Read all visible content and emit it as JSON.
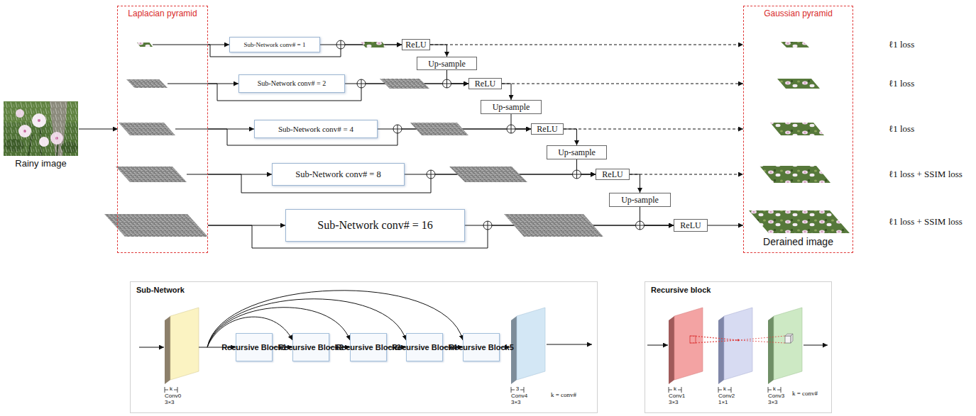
{
  "diagram": {
    "nodes": [
      {
        "text": [
          "Laplacian pyramid"
        ]
      },
      {
        "text": [
          "Sub-Network conv# = 1"
        ]
      },
      {
        "text": [
          "ReLU"
        ]
      },
      {
        "text": [
          "Up-sample"
        ]
      },
      {
        "text": [
          "Sub-Network conv# = 2"
        ]
      },
      {
        "text": [
          "ReLU"
        ]
      },
      {
        "text": [
          "Up-sample"
        ]
      },
      {
        "text": [
          "Sub-Network conv# = 4"
        ]
      },
      {
        "text": [
          "ReLU"
        ]
      },
      {
        "text": [
          "Up-sample"
        ]
      },
      {
        "text": [
          "Sub-Network conv# = 8"
        ]
      },
      {
        "text": [
          "ReLU"
        ]
      },
      {
        "text": [
          "Up-sample"
        ]
      },
      {
        "text": [
          "Sub-Network conv# = 16"
        ]
      },
      {
        "text": [
          "ReLU"
        ]
      },
      {
        "text": [
          "Gaussian pyramid",
          "Derained image"
        ]
      },
      {
        "text": [
          "Sub-Network"
        ]
      },
      {
        "text": [
          "k",
          "Conv0 3×3"
        ],
        "in": 16
      },
      {
        "text": [
          "Recursive Block1"
        ],
        "in": 16
      },
      {
        "text": [
          "Recursive Block2"
        ],
        "in": 16
      },
      {
        "text": [
          "Recursive Block3"
        ],
        "in": 16
      },
      {
        "text": [
          "Recursive Block4"
        ],
        "in": 16
      },
      {
        "text": [
          "Recursive Block5"
        ],
        "in": 16
      },
      {
        "text": [
          "3",
          "Conv4 3×3"
        ],
        "in": 16
      },
      {
        "text": [
          "Recursive block"
        ]
      },
      {
        "text": [
          "k",
          "Conv1 3×3"
        ],
        "in": 24
      },
      {
        "text": [
          "k",
          "Conv2 1×1"
        ],
        "in": 24
      },
      {
        "text": [
          "k",
          "Conv3 3×3"
        ],
        "in": 24
      }
    ],
    "edges": [
      {
        "from": 0,
        "to": 1,
        "arrow": "to"
      },
      {
        "from": 0,
        "to": 4,
        "arrow": "to"
      },
      {
        "from": 0,
        "to": 7,
        "arrow": "to"
      },
      {
        "from": 0,
        "to": 10,
        "arrow": "to"
      },
      {
        "from": 0,
        "to": 13,
        "arrow": "to"
      },
      {
        "from": 1,
        "to": 2,
        "arrow": "to"
      },
      {
        "from": 4,
        "to": 5,
        "arrow": "to"
      },
      {
        "from": 7,
        "to": 8,
        "arrow": "to"
      },
      {
        "from": 10,
        "to": 11,
        "arrow": "to"
      },
      {
        "from": 13,
        "to": 14,
        "arrow": "to"
      },
      {
        "from": 0,
        "to": 2,
        "arrow": "to"
      },
      {
        "from": 0,
        "to": 5,
        "arrow": "to"
      },
      {
        "from": 0,
        "to": 8,
        "arrow": "to"
      },
      {
        "from": 0,
        "to": 11,
        "arrow": "to"
      },
      {
        "from": 0,
        "to": 14,
        "arrow": "to"
      },
      {
        "from": 2,
        "to": 3,
        "arrow": "to"
      },
      {
        "from": 5,
        "to": 6,
        "arrow": "to"
      },
      {
        "from": 8,
        "to": 9,
        "arrow": "to"
      },
      {
        "from": 11,
        "to": 12,
        "arrow": "to"
      },
      {
        "from": 3,
        "to": 5,
        "arrow": "to"
      },
      {
        "from": 6,
        "to": 8,
        "arrow": "to"
      },
      {
        "from": 9,
        "to": 11,
        "arrow": "to"
      },
      {
        "from": 12,
        "to": 14,
        "arrow": "to"
      },
      {
        "from": 2,
        "to": 15,
        "arrow": "to"
      },
      {
        "from": 5,
        "to": 15,
        "arrow": "to"
      },
      {
        "from": 8,
        "to": 15,
        "arrow": "to"
      },
      {
        "from": 11,
        "to": 15,
        "arrow": "to"
      },
      {
        "from": 14,
        "to": 15,
        "arrow": "to"
      },
      {
        "from": 17,
        "to": 18,
        "arrow": "to"
      },
      {
        "from": 18,
        "to": 19,
        "arrow": "to"
      },
      {
        "from": 19,
        "to": 20,
        "arrow": "to"
      },
      {
        "from": 20,
        "to": 21,
        "arrow": "to"
      },
      {
        "from": 21,
        "to": 22,
        "arrow": "to"
      },
      {
        "from": 22,
        "to": 23,
        "arrow": "to"
      },
      {
        "from": 17,
        "to": 19,
        "arrow": "to"
      },
      {
        "from": 17,
        "to": 20,
        "arrow": "to"
      },
      {
        "from": 17,
        "to": 21,
        "arrow": "to"
      },
      {
        "from": 17,
        "to": 22,
        "arrow": "to"
      }
    ],
    "labels": [
      "Rainy image",
      "ℓ1 loss",
      "ℓ1 loss",
      "ℓ1 loss",
      "ℓ1 loss + SSIM loss",
      "ℓ1 loss + SSIM loss",
      "k = conv#",
      "k = conv#"
    ]
  }
}
